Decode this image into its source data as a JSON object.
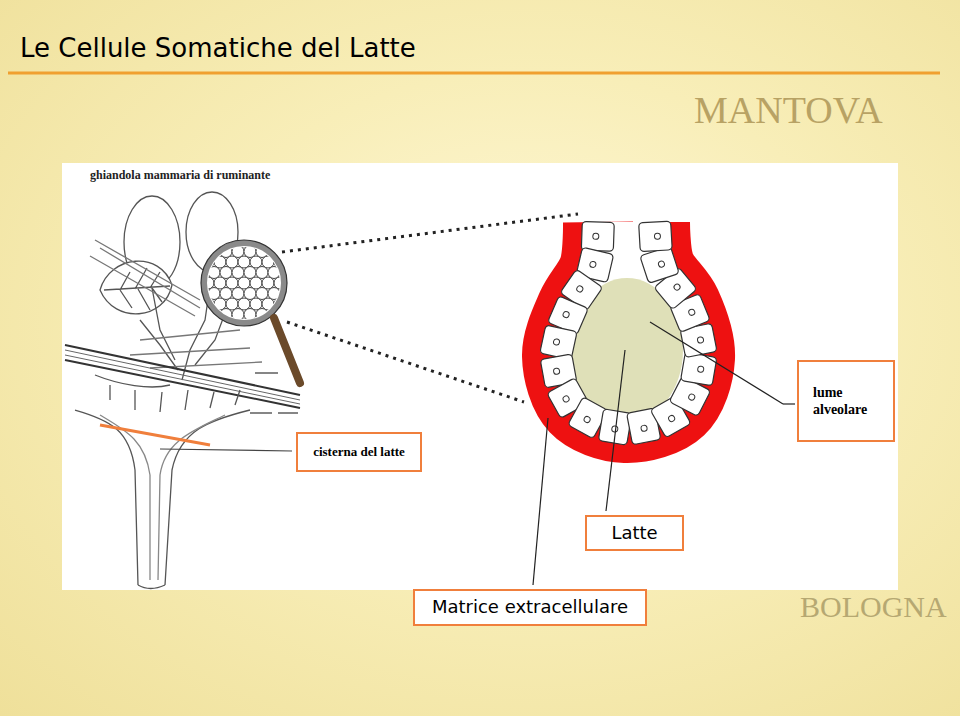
{
  "diagram": {
    "title": "Le Cellule Somatiche del Latte",
    "nodes": [
      {
        "text": [
          "cisterna del latte"
        ]
      },
      {
        "text": [
          "lume alveolare"
        ]
      },
      {
        "text": [
          "Latte"
        ]
      },
      {
        "text": [
          "Matrice extracellulare"
        ]
      }
    ],
    "labels": [
      "ghiandola mammaria di ruminante",
      "MANTOVA",
      "BOLOGNA"
    ]
  }
}
